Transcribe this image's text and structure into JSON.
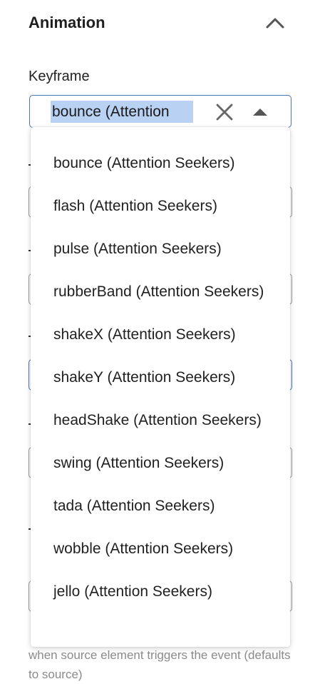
{
  "section": {
    "title": "Animation"
  },
  "keyframe": {
    "label": "Keyframe",
    "value": "bounce (Attention"
  },
  "options": [
    "bounce (Attention Seekers)",
    "flash (Attention Seekers)",
    "pulse (Attention Seekers)",
    "rubberBand (Attention Seekers)",
    "shakeX (Attention Seekers)",
    "shakeY (Attention Seekers)",
    "headShake (Attention Seekers)",
    "swing (Attention Seekers)",
    "tada (Attention Seekers)",
    "wobble (Attention Seekers)",
    "jello (Attention Seekers)"
  ],
  "helper": {
    "text": "when source element triggers the event (defaults to source)"
  },
  "icons": {
    "collapse": "chevron-up-icon",
    "clear": "close-icon",
    "toggle": "caret-up-icon"
  },
  "colors": {
    "focus_border": "#4a74b8",
    "selection_highlight": "#b9d2f4",
    "helper_text": "#8a8a8a"
  }
}
